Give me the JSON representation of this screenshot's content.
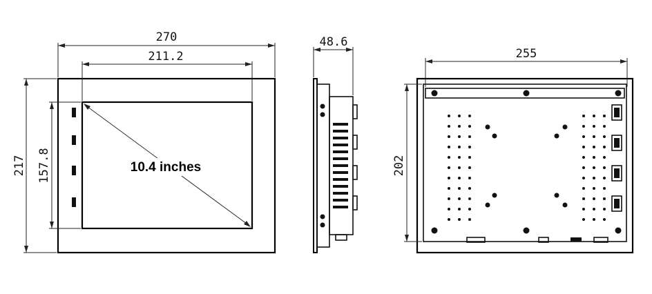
{
  "front_view": {
    "width_label": "270",
    "inner_width_label": "211.2",
    "height_label": "217",
    "inner_height_label": "157.8",
    "diagonal_label": "10.4 inches"
  },
  "side_view": {
    "depth_label": "48.6"
  },
  "rear_view": {
    "width_label": "255",
    "height_label": "202"
  },
  "colors": {
    "line": "#111111",
    "background": "#ffffff"
  }
}
